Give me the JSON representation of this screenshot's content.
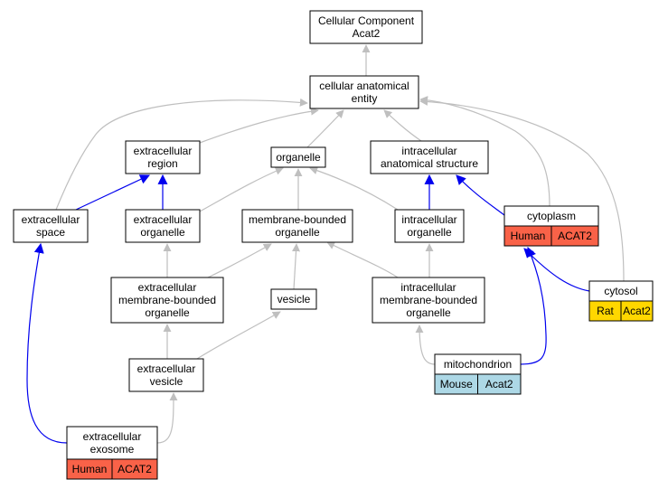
{
  "colors": {
    "gray_edge": "#bfbfbf",
    "blue_edge": "#0000ee",
    "human": "#f96248",
    "rat": "#ffd700",
    "mouse": "#add8e6"
  },
  "nodes": {
    "cc": [
      "Cellular Component",
      "Acat2"
    ],
    "cae": [
      "cellular anatomical",
      "entity"
    ],
    "er": [
      "extracellular",
      "region"
    ],
    "org": [
      "organelle"
    ],
    "ias": [
      "intracellular",
      "anatomical structure"
    ],
    "es": [
      "extracellular",
      "space"
    ],
    "eo": [
      "extracellular",
      "organelle"
    ],
    "mbo": [
      "membrane-bounded",
      "organelle"
    ],
    "io": [
      "intracellular",
      "organelle"
    ],
    "cyto": [
      "cytoplasm"
    ],
    "embo": [
      "extracellular",
      "membrane-bounded",
      "organelle"
    ],
    "ves": [
      "vesicle"
    ],
    "imbo": [
      "intracellular",
      "membrane-bounded",
      "organelle"
    ],
    "cytosol": [
      "cytosol"
    ],
    "ev": [
      "extracellular",
      "vesicle"
    ],
    "mito": [
      "mitochondrion"
    ],
    "exo": [
      "extracellular",
      "exosome"
    ]
  },
  "tags": {
    "cyto": [
      {
        "species": "Human",
        "gene": "ACAT2",
        "color": "#f96248"
      }
    ],
    "cytosol": [
      {
        "species": "Rat",
        "gene": "Acat2",
        "color": "#ffd700"
      }
    ],
    "mito": [
      {
        "species": "Mouse",
        "gene": "Acat2",
        "color": "#add8e6"
      }
    ],
    "exo": [
      {
        "species": "Human",
        "gene": "ACAT2",
        "color": "#f96248"
      }
    ]
  },
  "edges": [
    {
      "from": "cae",
      "to": "cc",
      "type": "is_a"
    },
    {
      "from": "er",
      "to": "cae",
      "type": "is_a"
    },
    {
      "from": "org",
      "to": "cae",
      "type": "is_a"
    },
    {
      "from": "ias",
      "to": "cae",
      "type": "is_a"
    },
    {
      "from": "es",
      "to": "cae",
      "type": "is_a"
    },
    {
      "from": "cyto",
      "to": "cae",
      "type": "is_a"
    },
    {
      "from": "cytosol",
      "to": "cae",
      "type": "is_a"
    },
    {
      "from": "es",
      "to": "er",
      "type": "part_of"
    },
    {
      "from": "eo",
      "to": "er",
      "type": "part_of"
    },
    {
      "from": "eo",
      "to": "org",
      "type": "is_a"
    },
    {
      "from": "mbo",
      "to": "org",
      "type": "is_a"
    },
    {
      "from": "io",
      "to": "org",
      "type": "is_a"
    },
    {
      "from": "io",
      "to": "ias",
      "type": "part_of"
    },
    {
      "from": "cyto",
      "to": "ias",
      "type": "part_of"
    },
    {
      "from": "embo",
      "to": "eo",
      "type": "is_a"
    },
    {
      "from": "embo",
      "to": "mbo",
      "type": "is_a"
    },
    {
      "from": "ves",
      "to": "mbo",
      "type": "is_a"
    },
    {
      "from": "imbo",
      "to": "mbo",
      "type": "is_a"
    },
    {
      "from": "imbo",
      "to": "io",
      "type": "is_a"
    },
    {
      "from": "cytosol",
      "to": "cyto",
      "type": "part_of"
    },
    {
      "from": "ev",
      "to": "embo",
      "type": "is_a"
    },
    {
      "from": "ev",
      "to": "ves",
      "type": "is_a"
    },
    {
      "from": "mito",
      "to": "imbo",
      "type": "is_a"
    },
    {
      "from": "mito",
      "to": "cyto",
      "type": "part_of"
    },
    {
      "from": "exo",
      "to": "ev",
      "type": "is_a"
    },
    {
      "from": "exo",
      "to": "es",
      "type": "part_of"
    }
  ]
}
